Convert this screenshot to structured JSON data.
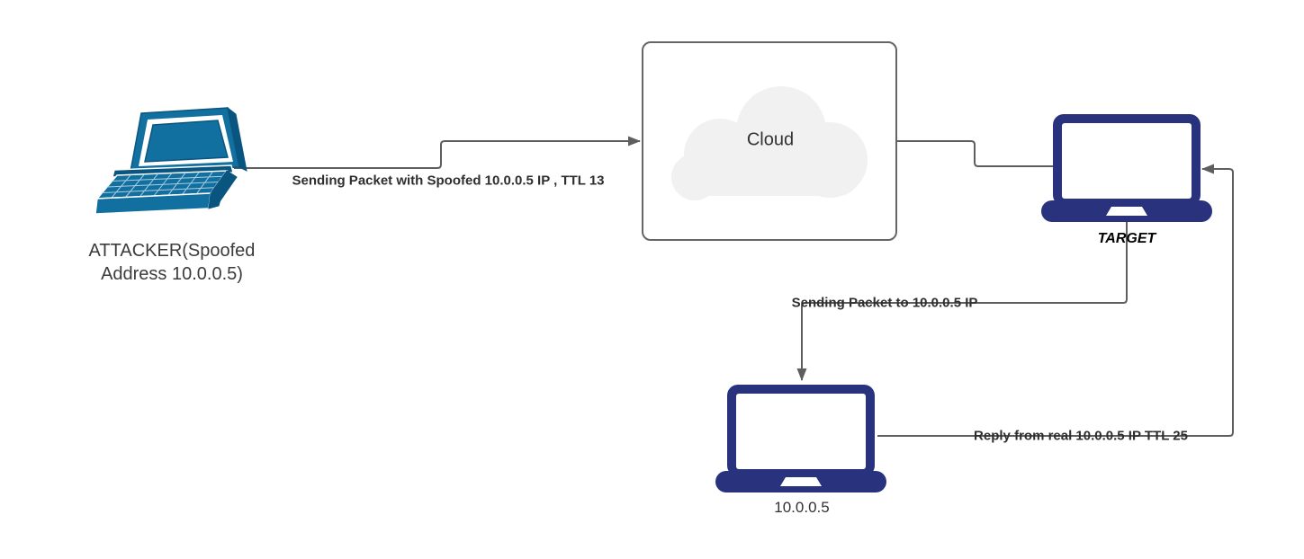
{
  "diagram": {
    "nodes": {
      "attacker": {
        "label": "ATTACKER(Spoofed Address 10.0.0.5)",
        "icon": "laptop-3d-icon"
      },
      "cloud": {
        "label": "Cloud",
        "icon": "cloud-icon"
      },
      "target": {
        "label": "TARGET",
        "icon": "laptop-front-icon"
      },
      "real_host": {
        "label": "10.0.0.5",
        "icon": "laptop-front-icon"
      }
    },
    "edges": {
      "attacker_to_cloud": {
        "label": "Sending Packet with Spoofed 10.0.0.5 IP , TTL 13",
        "arrow": "right"
      },
      "cloud_to_target": {
        "label": "",
        "arrow": "none"
      },
      "target_to_host": {
        "label": "Sending Packet to 10.0.0.5 IP",
        "arrow": "down"
      },
      "host_to_target": {
        "label": "Reply from real 10.0.0.5 IP TTL 25",
        "arrow": "left"
      }
    }
  },
  "colors": {
    "laptop_navy": "#29337d",
    "attacker_teal": "#1270a0",
    "attacker_teal_dark": "#0a5580",
    "connector_gray": "#5e5e5e",
    "cloud_fill": "#f1f1f1",
    "box_border": "#666666",
    "edge_label_color": "#2e2e2e",
    "node_label_color": "#3b3b3b",
    "background": "#ffffff"
  }
}
